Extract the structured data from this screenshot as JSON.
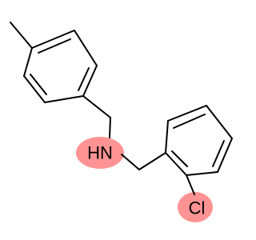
{
  "molecule": {
    "atoms": [
      {
        "id": "N",
        "label": "HN",
        "highlight_color": "#ff8080"
      },
      {
        "id": "Cl",
        "label": "Cl",
        "highlight_color": "#ff8080"
      }
    ]
  },
  "colors": {
    "bond": "#000000",
    "atom_highlight": "#ff8080",
    "background": "#ffffff"
  }
}
